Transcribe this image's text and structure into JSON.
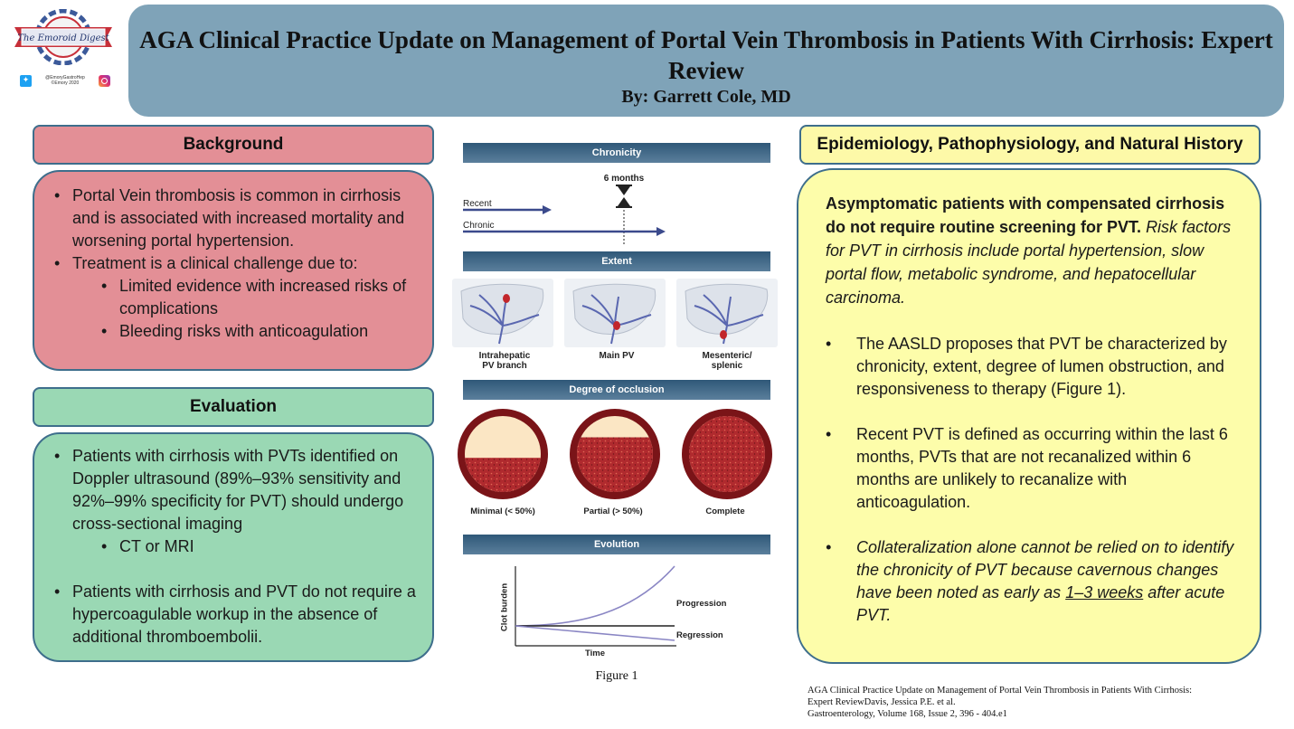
{
  "logo": {
    "name": "The Emoroid Digest",
    "handles": "@EmoryGastroHep",
    "copyright": "©Emory 2020",
    "icons": [
      "twitter-icon",
      "instagram-icon"
    ]
  },
  "header": {
    "title": "AGA Clinical Practice Update on Management of Portal Vein Thrombosis in Patients With Cirrhosis: Expert Review",
    "author": "By: Garrett Cole, MD"
  },
  "background": {
    "heading": "Background",
    "items": [
      "Portal Vein thrombosis is common in cirrhosis and is associated with increased mortality and worsening portal hypertension.",
      "Treatment is a clinical challenge due to:"
    ],
    "subitems": [
      "Limited evidence with increased risks of complications",
      "Bleeding risks with anticoagulation"
    ]
  },
  "evaluation": {
    "heading": "Evaluation",
    "item1": "Patients with cirrhosis with PVTs identified on Doppler ultrasound (89%–93% sensitivity and 92%–99% specificity for PVT) should undergo cross-sectional imaging",
    "sub1": "CT or MRI",
    "item2": "Patients with cirrhosis and PVT do not require a hypercoagulable workup in the absence of additional thromboembolii."
  },
  "epidemiology": {
    "heading": "Epidemiology, Pathophysiology, and Natural History",
    "intro_bold": "Asymptomatic patients with compensated cirrhosis do not require routine screening for PVT.",
    "intro_italic": "Risk factors for PVT in cirrhosis include portal hypertension, slow portal flow, metabolic syndrome, and hepatocellular carcinoma.",
    "bullet1": "The AASLD proposes that PVT be characterized by chronicity, extent, degree of lumen obstruction, and responsiveness to therapy (Figure 1).",
    "bullet2": "Recent PVT is defined as occurring within the last 6 months, PVTs that are not recanalized within 6 months are unlikely to recanalize with anticoagulation.",
    "bullet3_pre": "Collateralization alone cannot be relied on to identify the chronicity of PVT because cavernous changes have been noted as early as",
    "bullet3_underline": "1–3 weeks",
    "bullet3_post": "after acute PVT."
  },
  "figure": {
    "caption": "Figure 1",
    "chronicity": {
      "title": "Chronicity",
      "marker": "6 months",
      "recent": "Recent",
      "chronic": "Chronic"
    },
    "extent": {
      "title": "Extent",
      "panel1": "Intrahepatic PV branch",
      "panel2": "Main PV",
      "panel3": "Mesenteric/ splenic"
    },
    "occlusion": {
      "title": "Degree of occlusion",
      "minimal": "Minimal (< 50%)",
      "partial": "Partial (> 50%)",
      "complete": "Complete",
      "fill_levels": [
        0.45,
        0.72,
        1.0
      ]
    },
    "evolution": {
      "title": "Evolution",
      "ylabel": "Clot burden",
      "xlabel": "Time",
      "progression": "Progression",
      "regression": "Regression"
    },
    "colors": {
      "bar": "#3d6685",
      "arrow": "#3b4a8c",
      "vein": "#5a67b0",
      "clot": "#c2262b",
      "curve": "#8a86c4"
    }
  },
  "citation": {
    "line1": "AGA Clinical Practice Update on Management of Portal Vein Thrombosis in Patients With Cirrhosis:",
    "line2": "Expert ReviewDavis, Jessica P.E. et al.",
    "line3": "Gastroenterology, Volume 168, Issue 2, 396 - 404.e1"
  }
}
